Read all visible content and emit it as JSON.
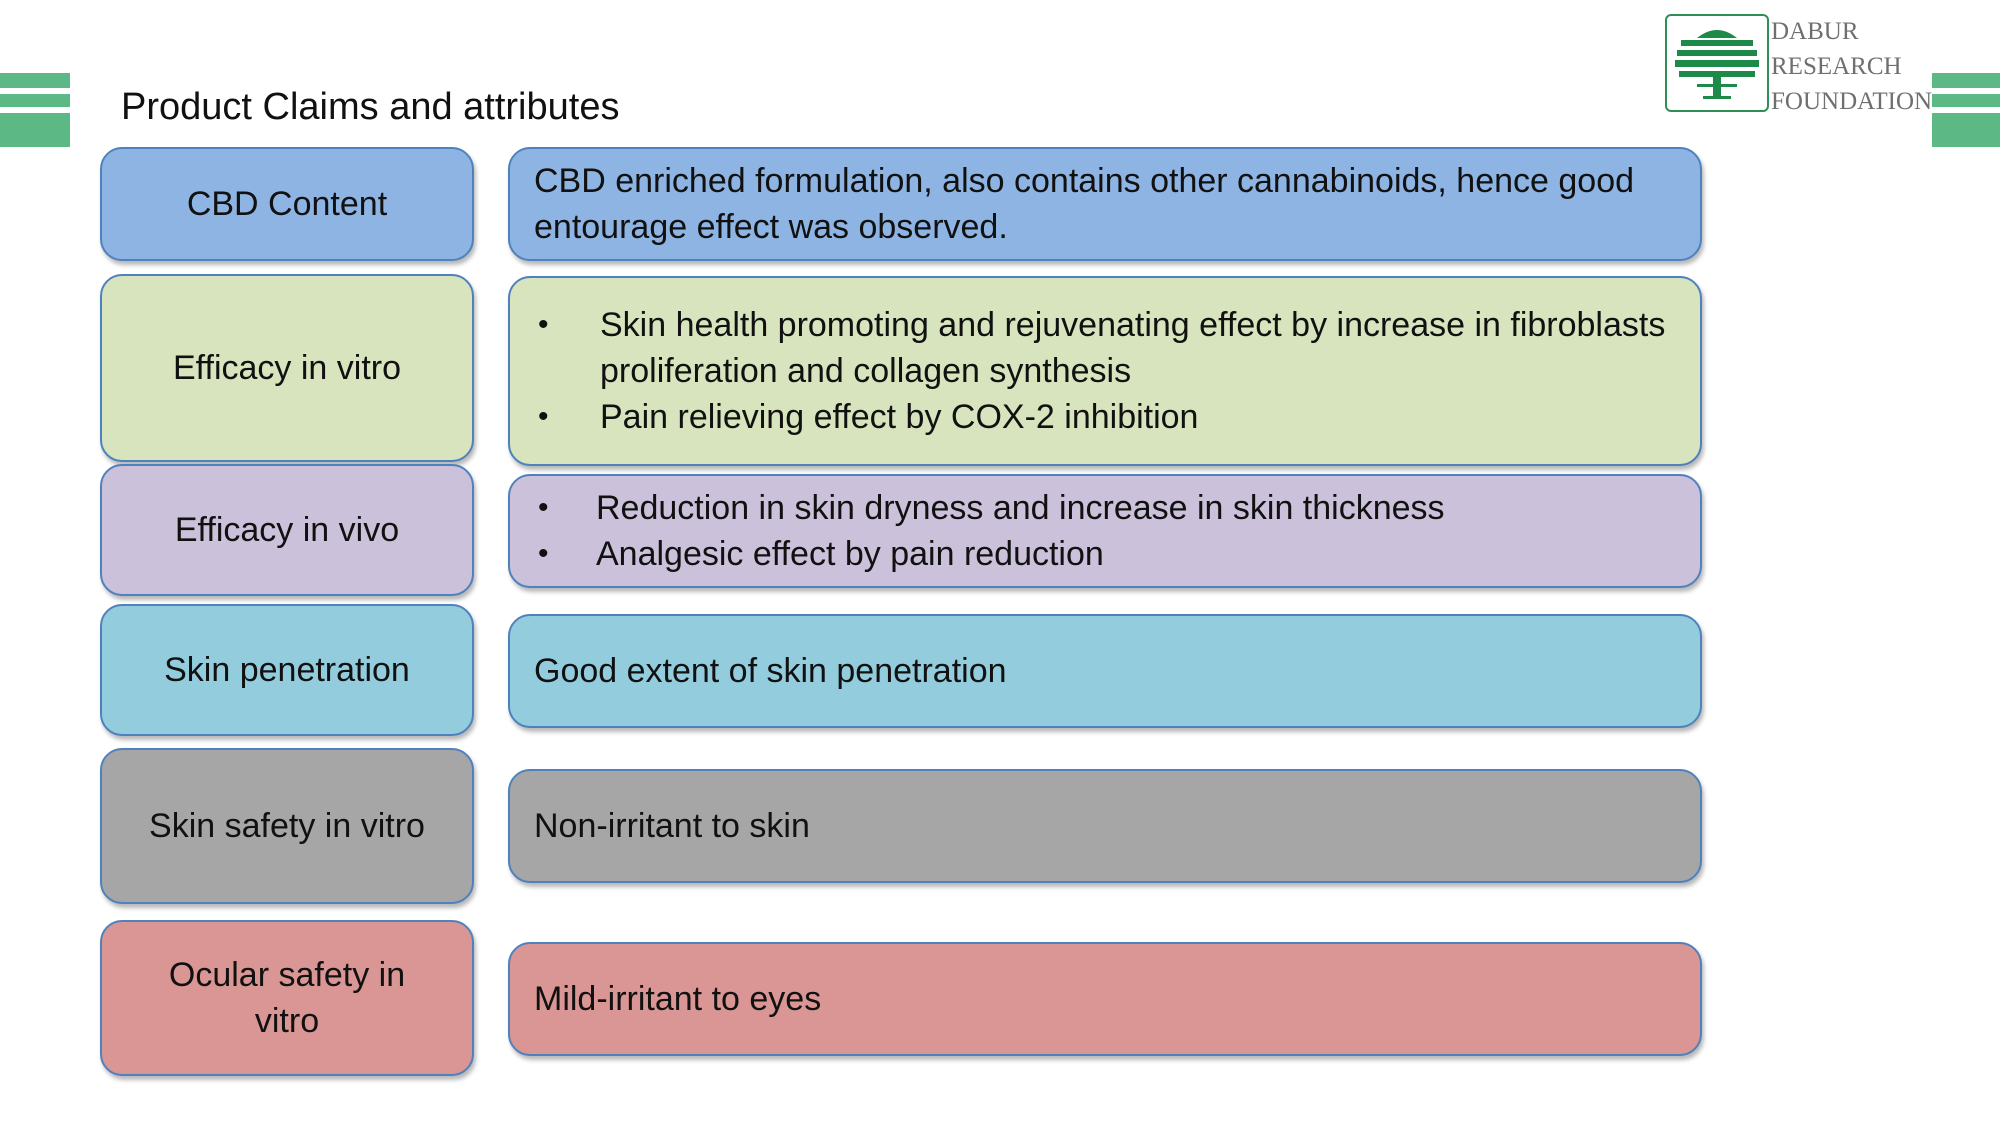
{
  "slide": {
    "title": "Product Claims and attributes"
  },
  "logo": {
    "lines": [
      "DABUR",
      "RESEARCH",
      "FOUNDATION"
    ],
    "icon": "banyan-tree-icon",
    "color": "#1e8a4a"
  },
  "colors": {
    "deco_bars": "#5cb985",
    "border": "#4f81bd"
  },
  "claims": [
    {
      "label": "CBD Content",
      "fill": "#8eb4e3",
      "text": "CBD enriched formulation, also contains other cannabinoids, hence good entourage effect was observed."
    },
    {
      "label": "Efficacy in vitro",
      "fill": "#d7e4bd",
      "bullets": [
        "Skin health promoting and rejuvenating effect by increase in fibroblasts proliferation and collagen synthesis",
        "Pain relieving effect by COX-2 inhibition"
      ]
    },
    {
      "label": "Efficacy in vivo",
      "fill": "#ccc1da",
      "bullets": [
        "Reduction in skin dryness and increase in skin thickness",
        "Analgesic effect by pain reduction"
      ]
    },
    {
      "label": "Skin penetration",
      "fill": "#93cddd",
      "text": "Good extent of skin penetration"
    },
    {
      "label": "Skin safety in vitro",
      "fill": "#a6a6a6",
      "text": "Non-irritant to skin"
    },
    {
      "label": "Ocular safety in vitro",
      "fill": "#d99694",
      "text": "Mild-irritant to eyes"
    }
  ]
}
